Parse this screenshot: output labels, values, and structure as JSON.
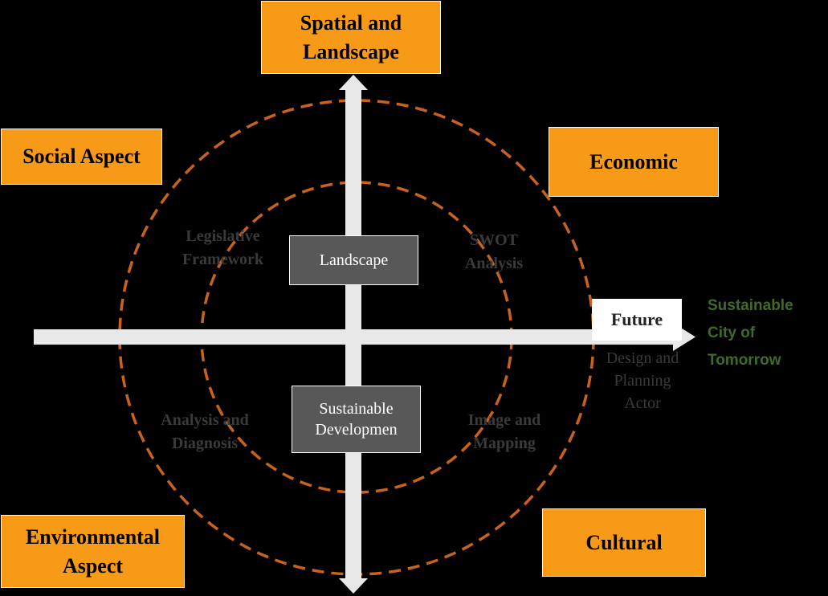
{
  "aspects": {
    "top": "Spatial and\nLandscape",
    "top_left": "Social Aspect",
    "top_right": "Economic",
    "bottom_left": "Environmental\nAspect",
    "bottom_right": "Cultural"
  },
  "core": {
    "upper": "Landscape",
    "lower": "Sustainable\nDevelopmen"
  },
  "methods": {
    "upper_left": "Legislative\nFramework",
    "upper_right": "SWOT\nAnalysis",
    "lower_left": "Analysis and\nDiagnosis",
    "lower_right": "Image and\nMapping"
  },
  "axis": {
    "future": "Future",
    "actor": "Design and\nPlanning\nActor",
    "outcome": "Sustainable\nCity of\nTomorrow"
  },
  "colors": {
    "background": "#000000",
    "aspect_box": "#F79A18",
    "core_box": "#585858",
    "circle_dash": "#C8621E",
    "axis_arrow": "#E8E8E8",
    "outcome_text": "#3F6B2A"
  }
}
